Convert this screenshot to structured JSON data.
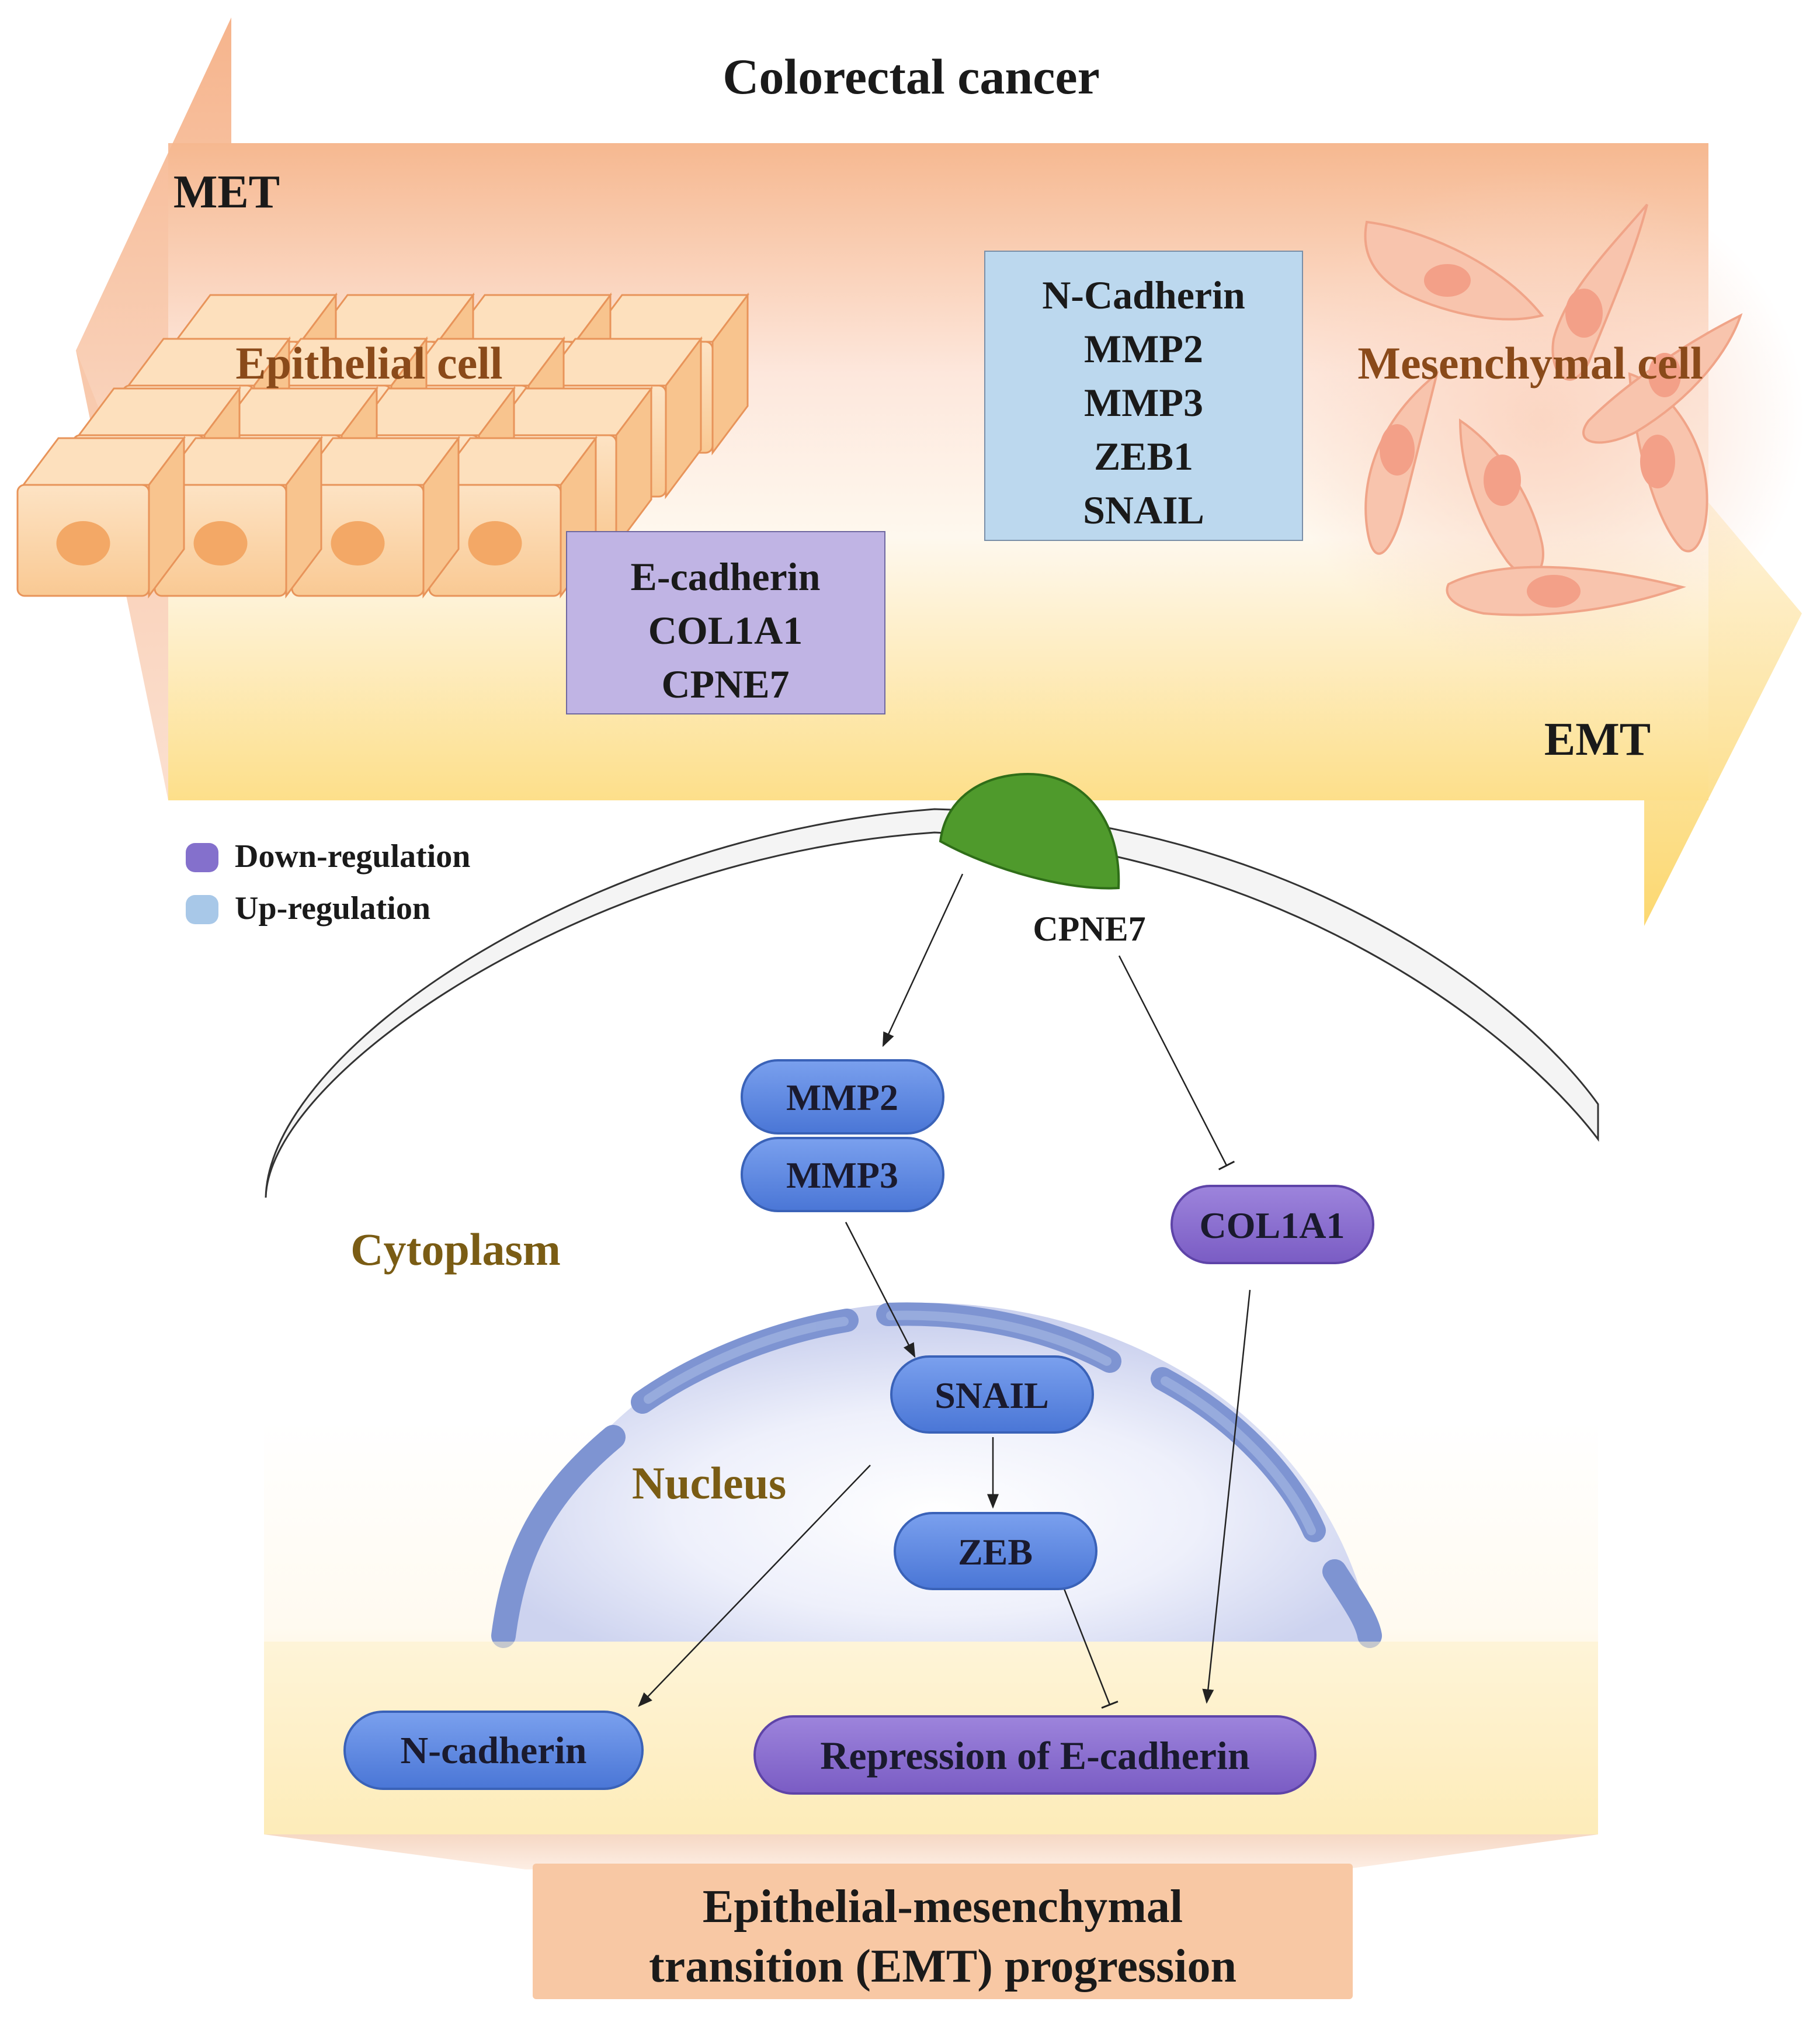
{
  "title": "Colorectal cancer",
  "labels": {
    "met": "MET",
    "emt": "EMT",
    "epithelial_cell": "Epithelial cell",
    "mesenchymal_cell": "Mesenchymal cell",
    "cytoplasm": "Cytoplasm",
    "nucleus": "Nucleus",
    "receptor": "CPNE7"
  },
  "down_box": {
    "lines": [
      "E-cadherin",
      "COL1A1",
      "CPNE7"
    ]
  },
  "up_box": {
    "lines": [
      "N-Cadherin",
      "MMP2",
      "MMP3",
      "ZEB1",
      "SNAIL"
    ]
  },
  "legend": {
    "down": "Down-regulation",
    "up": "Up-regulation",
    "down_color": "#8470cc",
    "up_color": "#a8c8e8"
  },
  "nodes": {
    "mmp2": "MMP2",
    "mmp3": "MMP3",
    "col1a1": "COL1A1",
    "snail": "SNAIL",
    "zeb": "ZEB",
    "ncadherin": "N-cadherin",
    "repression": "Repression of E-cadherin"
  },
  "footer": {
    "line1": "Epithelial-mesenchymal",
    "line2": "transition (EMT) progression"
  },
  "colors": {
    "blue_node": "#5b86e0",
    "purple_node": "#8a6ccf",
    "receptor": "#4f9a2c",
    "label_gold": "#7a5c14",
    "label_brown": "#8a4a1a",
    "footer_bg": "#f8c8a4"
  }
}
